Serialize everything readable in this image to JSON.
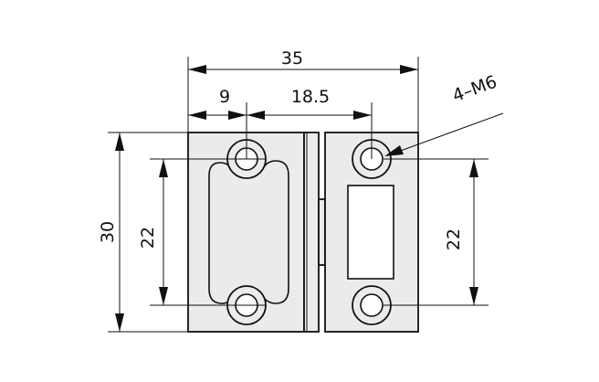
{
  "dimensions": {
    "overall_width": "35",
    "left_offset": "9",
    "hole_spacing_horizontal": "18.5",
    "overall_height": "30",
    "left_hole_spacing_vertical": "22",
    "right_hole_spacing_vertical": "22",
    "thread_callout": "4–M6"
  },
  "colors": {
    "line": "#111111",
    "body_fill": "#ebebeb",
    "background": "#ffffff"
  }
}
